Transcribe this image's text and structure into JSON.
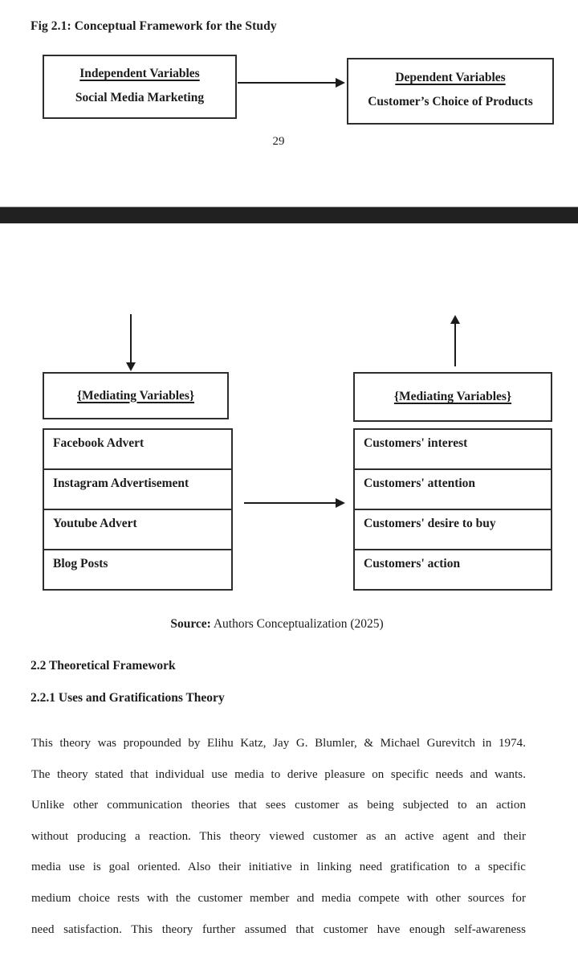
{
  "page_top": {
    "figure_caption": "Fig 2.1: Conceptual Framework for the Study",
    "independent_box": {
      "title": "Independent Variables",
      "body": "Social Media Marketing"
    },
    "dependent_box": {
      "title": "Dependent Variables",
      "body": "Customer’s Choice of Products"
    },
    "page_number": "29"
  },
  "page_bottom": {
    "mediating_left": {
      "title": "{Mediating Variables}",
      "items": [
        "Facebook Advert",
        "Instagram Advertisement",
        "Youtube Advert",
        "Blog Posts"
      ]
    },
    "mediating_right": {
      "title": "{Mediating Variables}",
      "items": [
        "Customers' interest",
        "Customers' attention",
        "Customers' desire to buy",
        "Customers' action"
      ]
    },
    "source_label": "Source:",
    "source_text": " Authors Conceptualization (2025)",
    "section_heading": "2.2 Theoretical Framework",
    "subsection_heading": "2.2.1 Uses and Gratifications Theory",
    "paragraph_lines": [
      "This theory was propounded by Elihu Katz, Jay G. Blumler, & Michael Gurevitch in 1974.",
      "The theory stated that individual use media to derive pleasure on specific needs and wants.",
      "Unlike other communication theories that sees customer as being subjected to an action",
      "without producing a reaction. This theory viewed customer as an active agent and their",
      "media use is goal oriented. Also their initiative in linking need gratification to a specific",
      "medium choice rests with the customer member and media compete with other sources for",
      "need satisfaction. This theory further assumed that customer have enough self-awareness"
    ]
  },
  "colors": {
    "text": "#1c1c1c",
    "box_border": "#2e2e2e",
    "page_break_bar": "#212121"
  }
}
